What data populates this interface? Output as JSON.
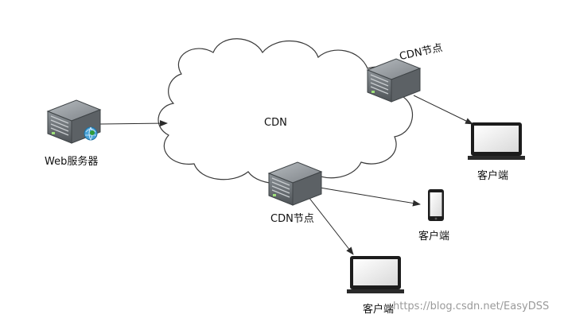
{
  "diagram": {
    "cloud_label": "CDN",
    "origin_server_label": "Web服务器",
    "edge_node_top_label": "CDN节点",
    "edge_node_bottom_label": "CDN节点",
    "client_right_label": "客户端",
    "client_phone_label": "客户端",
    "client_bottom_label": "客户端"
  },
  "watermark": "https://blog.csdn.net/EasyDSS",
  "colors": {
    "line": "#2b2b2b",
    "cloud_stroke": "#3a3a3a",
    "server_body": "#6f7478",
    "globe": "#4aa3d8",
    "globe_badge": "#2f9b3a"
  },
  "icons": [
    "server-icon",
    "globe-icon",
    "laptop-icon",
    "phone-icon",
    "cloud-shape"
  ]
}
